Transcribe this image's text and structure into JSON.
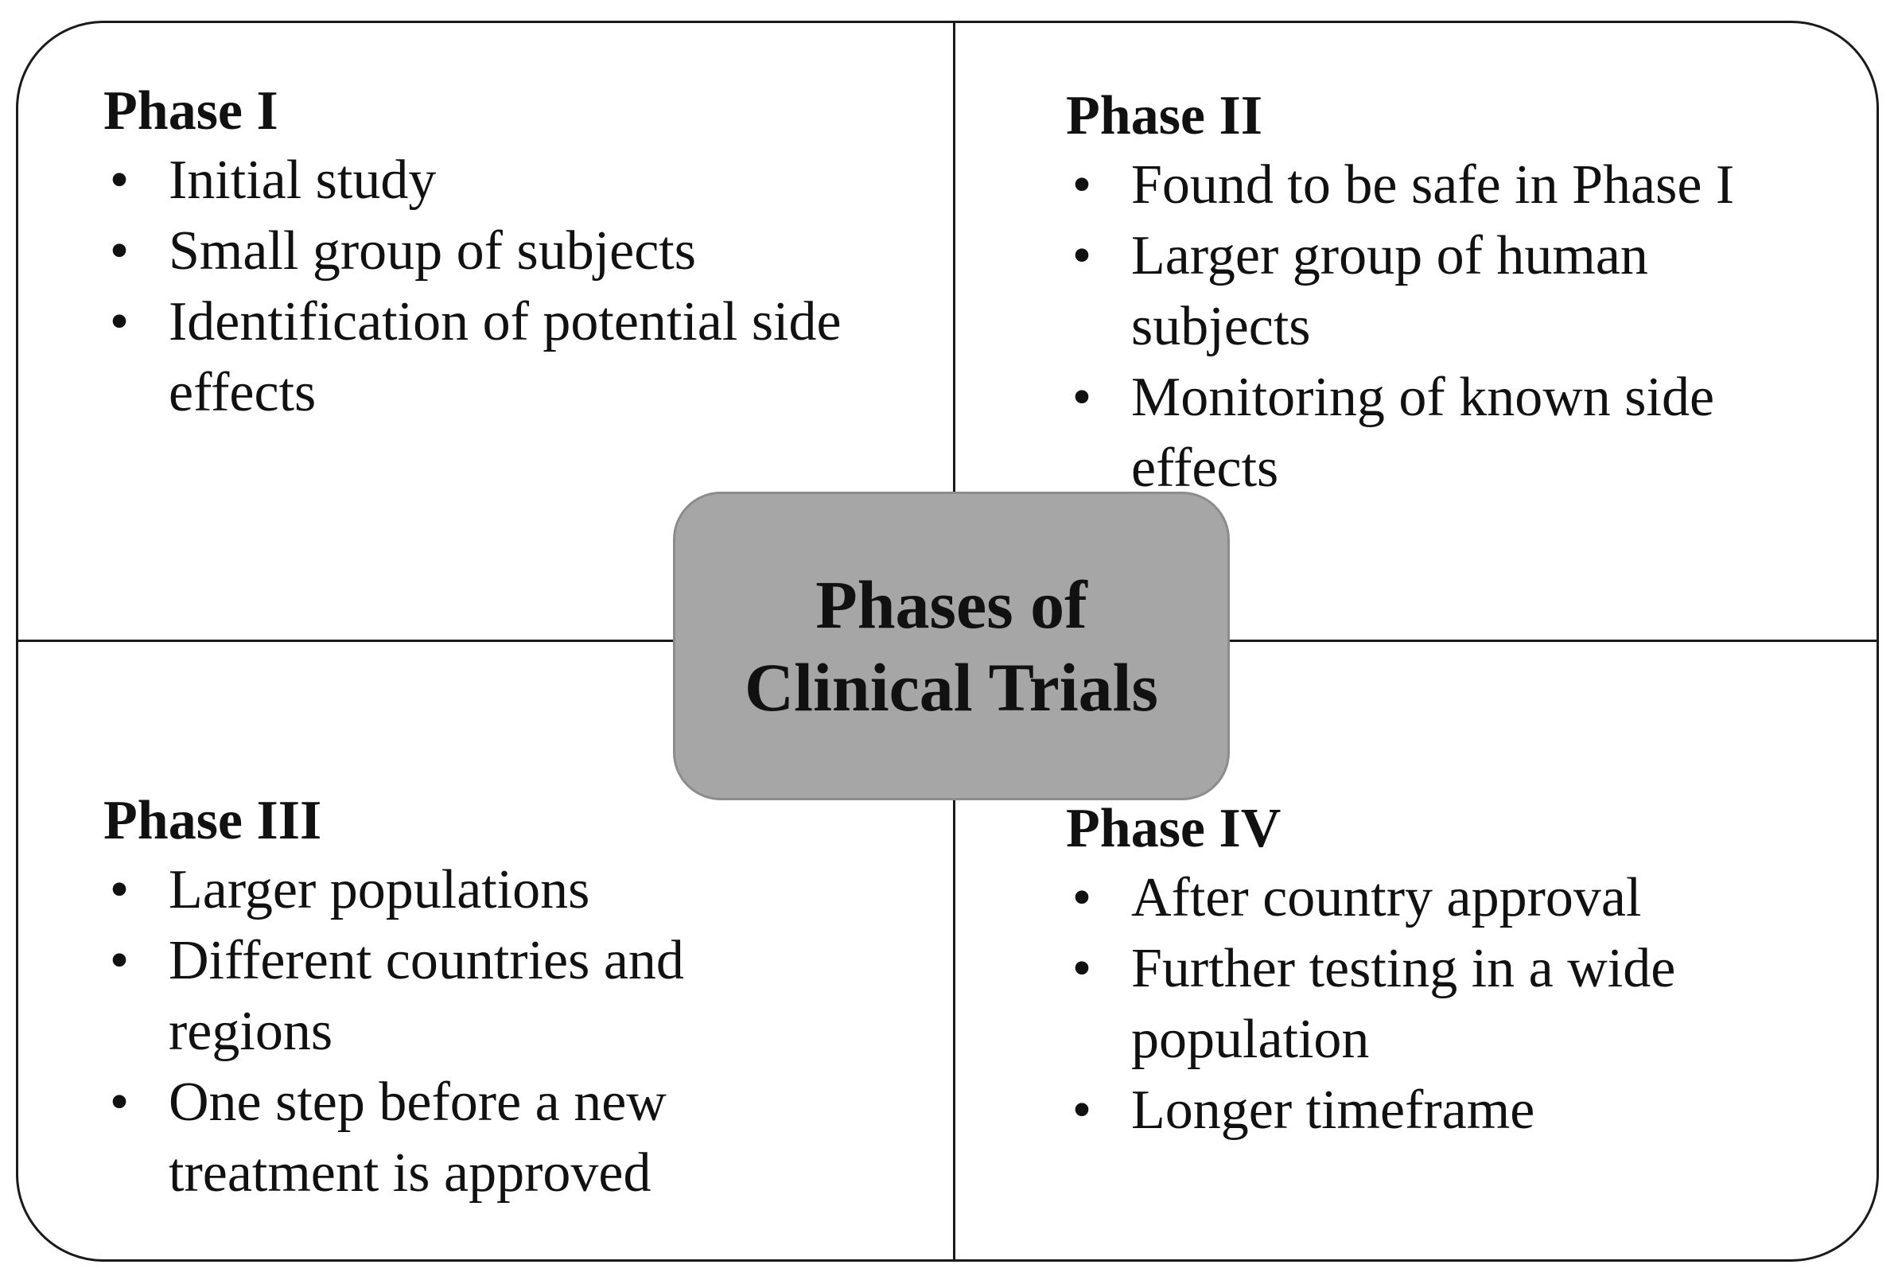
{
  "center": {
    "line1": "Phases of",
    "line2": "Clinical Trials"
  },
  "phases": [
    {
      "title": "Phase I",
      "items": [
        "Initial study",
        "Small group of subjects",
        "Identification of potential side effects"
      ]
    },
    {
      "title": "Phase II",
      "items": [
        "Found to be safe in Phase I",
        "Larger group of human subjects",
        "Monitoring of known side effects"
      ]
    },
    {
      "title": "Phase III",
      "items": [
        "Larger populations",
        "Different countries and regions",
        "One step before a new treatment is approved"
      ]
    },
    {
      "title": "Phase IV",
      "items": [
        "After country approval",
        "Further testing in a wide population",
        "Longer timeframe"
      ]
    }
  ],
  "colors": {
    "center_fill": "#a6a6a6",
    "border": "#1a1a1a",
    "text": "#111111"
  }
}
